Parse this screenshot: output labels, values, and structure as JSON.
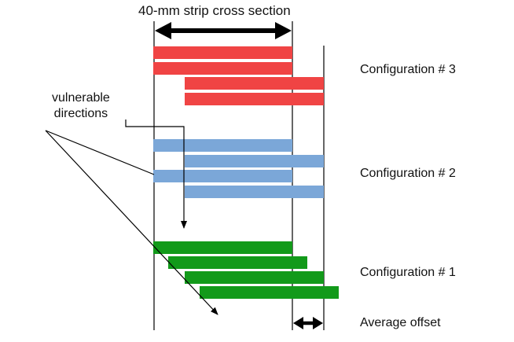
{
  "title": "40-mm strip cross section",
  "vulnerable_label": [
    "vulnerable",
    "directions"
  ],
  "config_labels": [
    "Configuration # 3",
    "Configuration # 2",
    "Configuration # 1"
  ],
  "average_offset_label": "Average offset",
  "colors": {
    "config3": "#f04444",
    "config2": "#7ba7d8",
    "config1": "#129a1a",
    "strip_border": "#ffffff",
    "line": "#000000"
  }
}
